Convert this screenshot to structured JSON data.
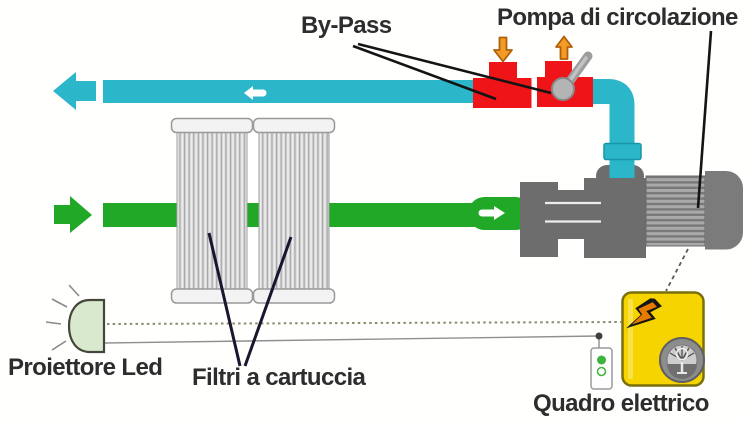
{
  "diagram": {
    "title": "Pool filtration system diagram",
    "labels": {
      "bypass": "By-Pass",
      "pump": "Pompa di circolazione",
      "projector": "Proiettore Led",
      "filters": "Filtri a cartuccia",
      "panel": "Quadro elettrico"
    },
    "icons": {
      "flow_left_arrow": "left-arrow",
      "flow_right_arrow": "right-arrow",
      "valve_inlet_arrow": "down-arrow",
      "valve_outlet_arrow": "up-arrow",
      "pipe_marker_left": "small-left-arrow",
      "pipe_marker_right": "small-right-arrow",
      "lightning": "lightning-bolt",
      "gauge": "pressure-gauge",
      "led_rays": "light-rays",
      "valve_lever": "ball-valve-handle"
    },
    "colors": {
      "return_pipe": "#2cb6c9",
      "supply_pipe": "#20a826",
      "bypass_valve": "#ee1418",
      "flow_direction_arrow": "#f49b27",
      "pump_body": "#6d6d6d",
      "electrical_panel": "#f6d400",
      "led_projector": "#d9e9cd",
      "label_text": "#2d2d2d"
    }
  }
}
